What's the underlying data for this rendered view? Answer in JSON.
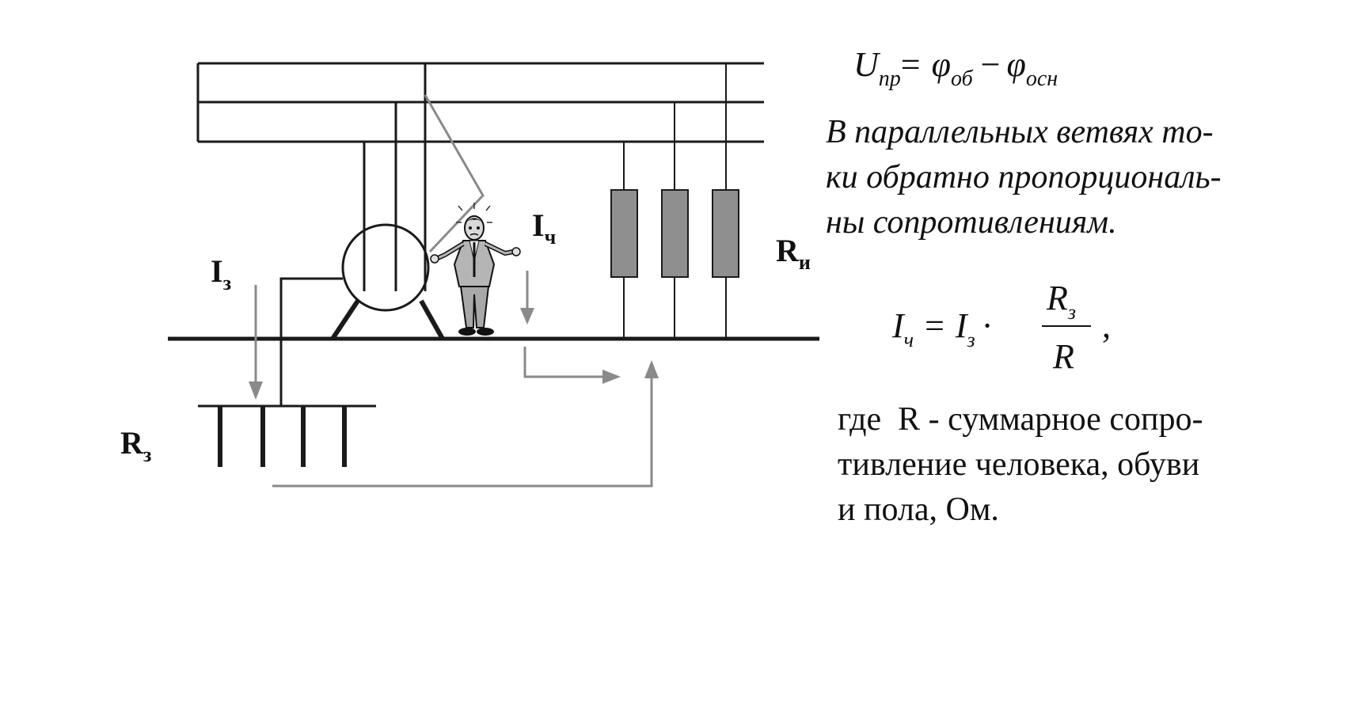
{
  "colors": {
    "wire": "#1a1a1a",
    "arrow": "#8a8a8a",
    "resistor_fill": "#8f8f8f",
    "background": "#ffffff"
  },
  "labels": {
    "i_ground": {
      "main": "I",
      "sub": "з"
    },
    "i_human": {
      "main": "I",
      "sub": "ч"
    },
    "r_ground": {
      "main": "R",
      "sub": "з"
    },
    "r_insulation": {
      "main": "R",
      "sub": "и"
    }
  },
  "formula_voltage": {
    "lhs": "U",
    "lhs_sub": "пр",
    "eq": "=",
    "phi1": "φ",
    "phi1_sub": "об",
    "minus": "−",
    "phi2": "φ",
    "phi2_sub": "осн"
  },
  "statement": {
    "lines": [
      "В параллельных ветвях то-",
      "ки обратно пропорциональ-",
      "ны сопротивлениям."
    ]
  },
  "formula_current": {
    "lhs": "I",
    "lhs_sub": "ч",
    "eq": "=",
    "factor": "I",
    "factor_sub": "з",
    "dot": "·",
    "num": "R",
    "num_sub": "з",
    "den": "R",
    "comma": ","
  },
  "explanation": {
    "lines": [
      "где  R - суммарное сопро-",
      "тивление человека, обуви",
      "и пола, Ом."
    ]
  }
}
